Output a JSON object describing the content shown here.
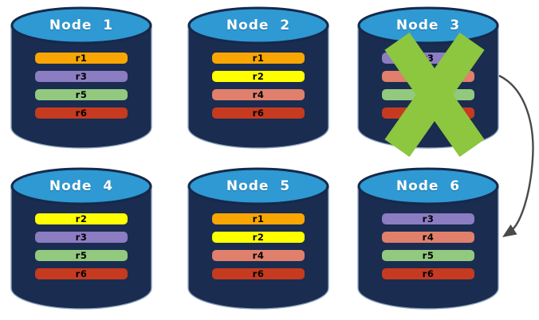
{
  "diagram": {
    "description_label": "replicated-database-nodes",
    "colors": {
      "background": "#ffffff",
      "cylinder_body": "#1a2c50",
      "cylinder_top": "#2e99d3",
      "cylinder_top_stroke": "#16294a",
      "cylinder_outline": "#8fa6bf",
      "title_text": "#ffffff",
      "bar_text": "#000000",
      "x_mark": "#8dc63f",
      "arrow": "#4a4a4a"
    },
    "nodes": [
      {
        "title": "Node  1",
        "failed": false,
        "replicas": [
          {
            "label": "r1",
            "color": "#f9a602"
          },
          {
            "label": "r3",
            "color": "#8c7cc2"
          },
          {
            "label": "r5",
            "color": "#92c97f"
          },
          {
            "label": "r6",
            "color": "#c63a20"
          }
        ]
      },
      {
        "title": "Node  2",
        "failed": false,
        "replicas": [
          {
            "label": "r1",
            "color": "#f9a602"
          },
          {
            "label": "r2",
            "color": "#ffff00"
          },
          {
            "label": "r4",
            "color": "#e0806c"
          },
          {
            "label": "r6",
            "color": "#c63a20"
          }
        ]
      },
      {
        "title": "Node  3",
        "failed": true,
        "replicas": [
          {
            "label": "r3",
            "color": "#8c7cc2"
          },
          {
            "label": "",
            "color": "#e0806c"
          },
          {
            "label": "",
            "color": "#92c97f"
          },
          {
            "label": "",
            "color": "#c63a20"
          }
        ]
      },
      {
        "title": "Node  4",
        "failed": false,
        "replicas": [
          {
            "label": "r2",
            "color": "#ffff00"
          },
          {
            "label": "r3",
            "color": "#8c7cc2"
          },
          {
            "label": "r5",
            "color": "#92c97f"
          },
          {
            "label": "r6",
            "color": "#c63a20"
          }
        ]
      },
      {
        "title": "Node  5",
        "failed": false,
        "replicas": [
          {
            "label": "r1",
            "color": "#f9a602"
          },
          {
            "label": "r2",
            "color": "#ffff00"
          },
          {
            "label": "r4",
            "color": "#e0806c"
          },
          {
            "label": "r6",
            "color": "#c63a20"
          }
        ]
      },
      {
        "title": "Node  6",
        "failed": false,
        "replicas": [
          {
            "label": "r3",
            "color": "#8c7cc2"
          },
          {
            "label": "r4",
            "color": "#e0806c"
          },
          {
            "label": "r5",
            "color": "#92c97f"
          },
          {
            "label": "r6",
            "color": "#c63a20"
          }
        ]
      }
    ],
    "failure_mark": {
      "on_node": "Node 3",
      "shape": "x-cross",
      "color": "#8dc63f"
    },
    "arrow": {
      "from": "Node 3",
      "to": "Node 6",
      "color": "#4a4a4a"
    }
  }
}
